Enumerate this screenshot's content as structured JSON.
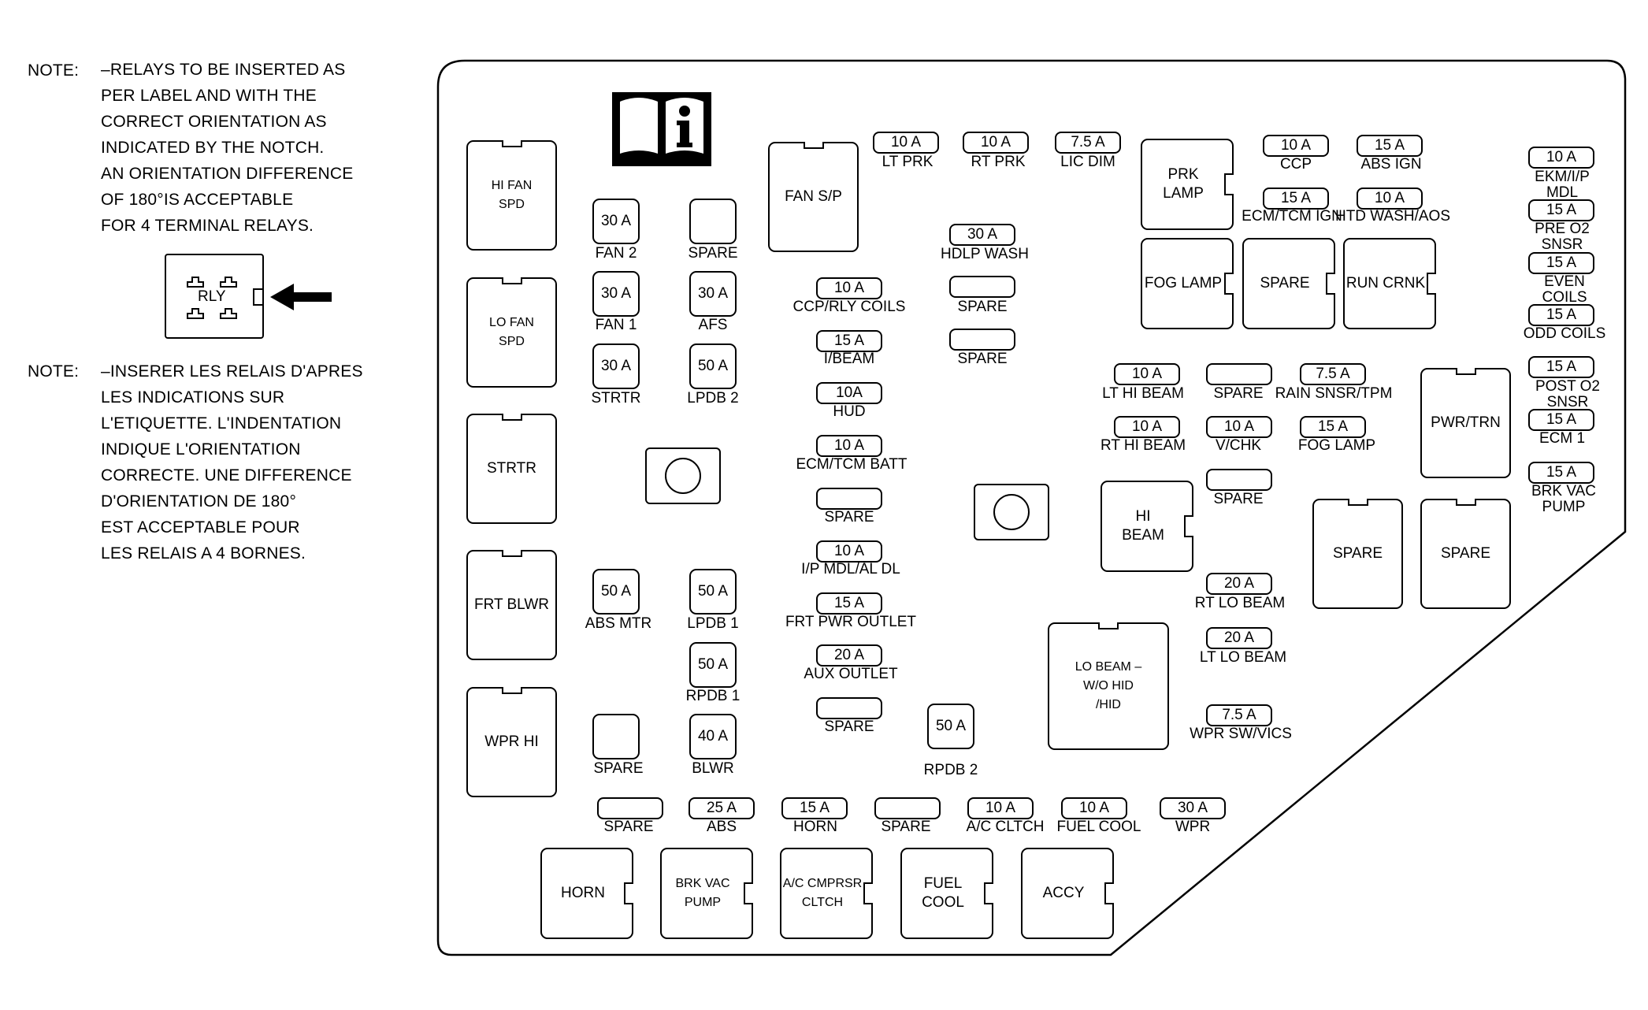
{
  "notes": {
    "english": {
      "label": "NOTE:",
      "text": "–RELAYS TO BE INSERTED AS\nPER LABEL AND WITH THE\nCORRECT ORIENTATION AS\nINDICATED BY THE NOTCH.\nAN ORIENTATION DIFFERENCE\nOF 180°IS ACCEPTABLE\nFOR 4 TERMINAL RELAYS."
    },
    "french": {
      "label": "NOTE:",
      "text": "–INSERER LES RELAIS D'APRES\nLES INDICATIONS SUR\nL'ETIQUETTE.  L'INDENTATION\nINDIQUE L'ORIENTATION\nCORRECTE.  UNE DIFFERENCE\nD'ORIENTATION DE 180°\nEST ACCEPTABLE POUR\nLES RELAIS A 4 BORNES."
    },
    "legend_label": "RLY"
  },
  "relays": [
    {
      "name": "HI FAN\nSPD",
      "notch": "top"
    },
    {
      "name": "LO FAN\nSPD",
      "notch": "top"
    },
    {
      "name": "STRTR",
      "notch": "top"
    },
    {
      "name": "FRT BLWR",
      "notch": "top"
    },
    {
      "name": "WPR HI",
      "notch": "top"
    },
    {
      "name": "FAN S/P",
      "notch": "top"
    },
    {
      "name": "PRK\nLAMP",
      "notch": "right"
    },
    {
      "name": "FOG LAMP",
      "notch": "right"
    },
    {
      "name": "SPARE",
      "notch": "right"
    },
    {
      "name": "RUN CRNK",
      "notch": "right"
    },
    {
      "name": "PWR/TRN",
      "notch": "top"
    },
    {
      "name": "HI\nBEAM",
      "notch": "right"
    },
    {
      "name": "SPARE",
      "notch": "top"
    },
    {
      "name": "SPARE",
      "notch": "top"
    },
    {
      "name": "LO BEAM –\nW/O HID\n/HID",
      "notch": "top"
    },
    {
      "name": "HORN",
      "notch": "right"
    },
    {
      "name": "BRK VAC\nPUMP",
      "notch": "right"
    },
    {
      "name": "A/C CMPRSR\nCLTCH",
      "notch": "right"
    },
    {
      "name": "FUEL\nCOOL",
      "notch": "right"
    },
    {
      "name": "ACCY",
      "notch": "right"
    }
  ],
  "fuses": [
    {
      "rating": "30 A",
      "label": "FAN 2"
    },
    {
      "rating": "",
      "label": "SPARE"
    },
    {
      "rating": "30 A",
      "label": "FAN 1"
    },
    {
      "rating": "30 A",
      "label": "AFS"
    },
    {
      "rating": "30 A",
      "label": "STRTR"
    },
    {
      "rating": "50 A",
      "label": "LPDB 2"
    },
    {
      "rating": "50 A",
      "label": "ABS MTR"
    },
    {
      "rating": "50 A",
      "label": "LPDB 1"
    },
    {
      "rating": "50 A",
      "label": "RPDB 1"
    },
    {
      "rating": "",
      "label": "SPARE"
    },
    {
      "rating": "40 A",
      "label": "BLWR"
    },
    {
      "rating": "50 A",
      "label": "RPDB 2"
    },
    {
      "rating": "10 A",
      "label": "LT PRK"
    },
    {
      "rating": "10 A",
      "label": "RT PRK"
    },
    {
      "rating": "7.5 A",
      "label": "LIC DIM"
    },
    {
      "rating": "30 A",
      "label": "HDLP WASH"
    },
    {
      "rating": "",
      "label": "SPARE"
    },
    {
      "rating": "",
      "label": "SPARE"
    },
    {
      "rating": "10 A",
      "label": "CCP/RLY COILS"
    },
    {
      "rating": "15 A",
      "label": "I/BEAM"
    },
    {
      "rating": "10A",
      "label": "HUD"
    },
    {
      "rating": "10 A",
      "label": "ECM/TCM BATT"
    },
    {
      "rating": "",
      "label": "SPARE"
    },
    {
      "rating": "10 A",
      "label": "I/P MDL/AL DL"
    },
    {
      "rating": "15 A",
      "label": "FRT PWR OUTLET"
    },
    {
      "rating": "20 A",
      "label": "AUX OUTLET"
    },
    {
      "rating": "",
      "label": "SPARE"
    },
    {
      "rating": "10 A",
      "label": "CCP"
    },
    {
      "rating": "15 A",
      "label": "ABS IGN"
    },
    {
      "rating": "15 A",
      "label": "ECM/TCM IGN"
    },
    {
      "rating": "10 A",
      "label": "HTD WASH/AOS"
    },
    {
      "rating": "10 A",
      "label": "EKM/I/P MDL"
    },
    {
      "rating": "15 A",
      "label": "PRE O2 SNSR"
    },
    {
      "rating": "15 A",
      "label": "EVEN COILS"
    },
    {
      "rating": "15 A",
      "label": "ODD COILS"
    },
    {
      "rating": "15 A",
      "label": "POST O2 SNSR"
    },
    {
      "rating": "15 A",
      "label": "ECM 1"
    },
    {
      "rating": "15 A",
      "label": "BRK VAC\nPUMP"
    },
    {
      "rating": "10 A",
      "label": "LT HI BEAM"
    },
    {
      "rating": "",
      "label": "SPARE"
    },
    {
      "rating": "7.5 A",
      "label": "RAIN SNSR/TPM"
    },
    {
      "rating": "10 A",
      "label": "RT HI BEAM"
    },
    {
      "rating": "10 A",
      "label": "V/CHK"
    },
    {
      "rating": "15 A",
      "label": "FOG LAMP"
    },
    {
      "rating": "",
      "label": "SPARE"
    },
    {
      "rating": "20 A",
      "label": "RT LO BEAM"
    },
    {
      "rating": "20 A",
      "label": "LT LO BEAM"
    },
    {
      "rating": "7.5 A",
      "label": "WPR SW/VICS"
    },
    {
      "rating": "",
      "label": "SPARE"
    },
    {
      "rating": "25 A",
      "label": "ABS"
    },
    {
      "rating": "15 A",
      "label": "HORN"
    },
    {
      "rating": "",
      "label": "SPARE"
    },
    {
      "rating": "10 A",
      "label": "A/C CLTCH"
    },
    {
      "rating": "10 A",
      "label": "FUEL COOL"
    },
    {
      "rating": "30 A",
      "label": "WPR"
    }
  ]
}
